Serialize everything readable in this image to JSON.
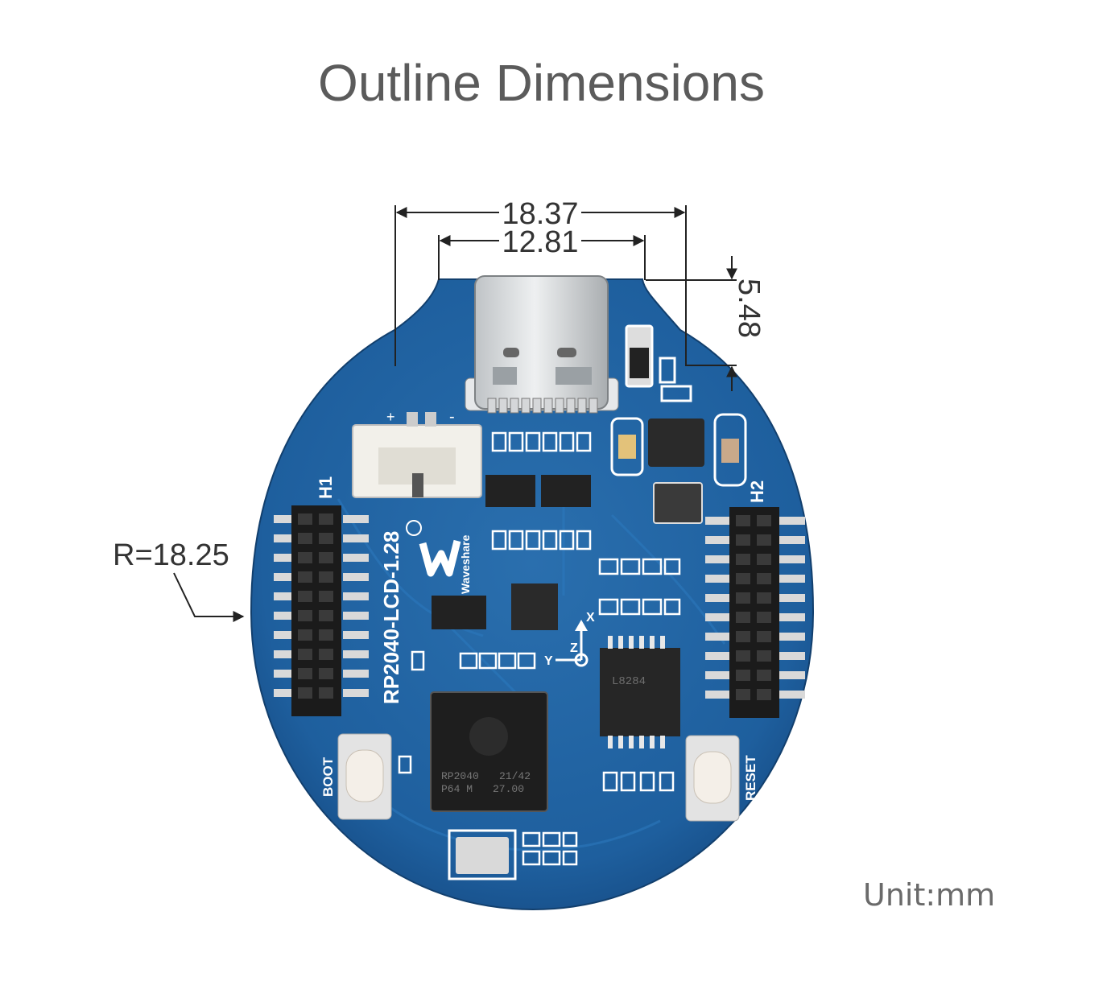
{
  "title": "Outline Dimensions",
  "unit": "Unit:mm",
  "dimensions": {
    "overall_width": "18.37",
    "port_width": "12.81",
    "port_depth": "5.48",
    "radius": "R=18.25"
  },
  "board": {
    "model": "RP2040-LCD-1.28",
    "brand": "Waveshare",
    "header_left": "H1",
    "header_right": "H2",
    "button_left": "BOOT",
    "button_right": "RESET",
    "axis_x": "X",
    "axis_y": "Y",
    "axis_z": "Z",
    "battery_plus": "+",
    "battery_minus": "-",
    "chip_marking_1": "RP2040",
    "chip_marking_2": "P64 M",
    "chip_marking_3": "21/42",
    "chip_marking_4": "27.00",
    "imu_marking": "L8284"
  },
  "colors": {
    "pcb": "#1e5f9e",
    "pcb_dark": "#154a80",
    "text": "#5b5b5b",
    "dimension_line": "#222222"
  }
}
